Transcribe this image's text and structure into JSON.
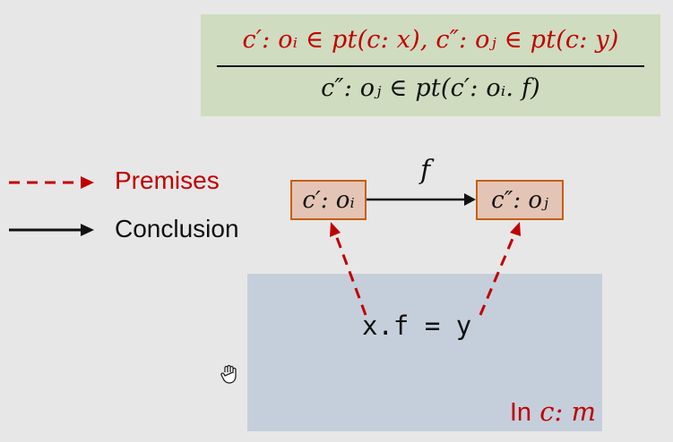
{
  "rule": {
    "premise": "c′: oᵢ ∈ pt(c: x), c″: oⱼ ∈ pt(c: y)",
    "conclusion": "c″: oⱼ ∈ pt(c′: oᵢ. f)"
  },
  "legend": {
    "premises": "Premises",
    "conclusion": "Conclusion"
  },
  "graph": {
    "source_node": "c′: oᵢ",
    "target_node": "c″: oⱼ",
    "edge_label": "f"
  },
  "scope": {
    "statement": "x.f = y",
    "prefix": "In",
    "context": " c: m"
  },
  "icons": {
    "cursor": "hand-cursor-icon"
  },
  "colors": {
    "premise": "#c00000",
    "conclusion": "#111111",
    "rule_background": "#cfdcc0",
    "node_fill": "#e4c5b5",
    "node_border": "#c65f14",
    "scope_background": "#c5cfdb"
  }
}
